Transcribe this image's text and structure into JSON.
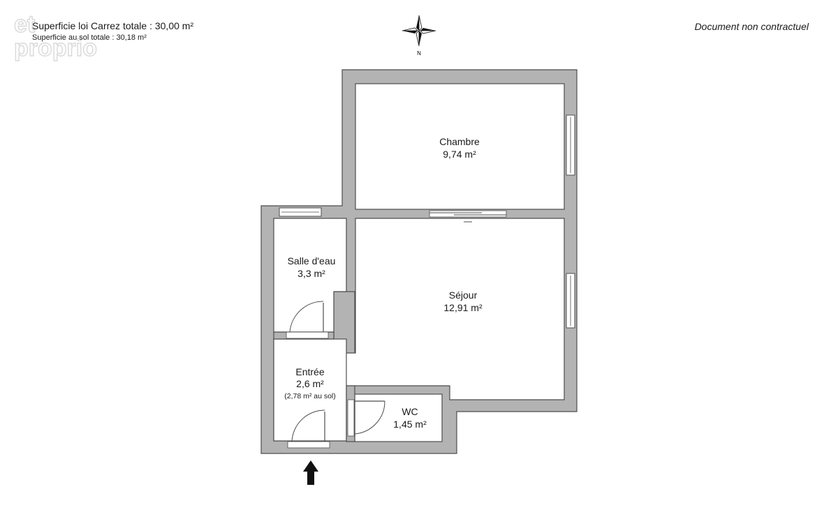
{
  "header": {
    "carrez_total": "Superficie loi Carrez totale :  30,00 m²",
    "sol_total": "Superficie au sol totale :  30,18 m²",
    "disclaimer": "Document non contractuel"
  },
  "compass": {
    "label": "N"
  },
  "rooms": [
    {
      "name": "Chambre",
      "area": "9,74 m²"
    },
    {
      "name": "Séjour",
      "area": "12,91 m²"
    },
    {
      "name": "Salle d'eau",
      "area": "3,3 m²"
    },
    {
      "name": "Entrée",
      "area": "2,6 m²",
      "note": "(2,78 m² au sol)"
    },
    {
      "name": "WC",
      "area": "1,45 m²"
    }
  ],
  "watermark": {
    "line1": "et",
    "line2": "proprio"
  },
  "colors": {
    "wall": "#b3b3b3",
    "wall_outline": "#4d4d4d",
    "room_fill": "#ffffff",
    "entrance_arrow": "#111111"
  }
}
